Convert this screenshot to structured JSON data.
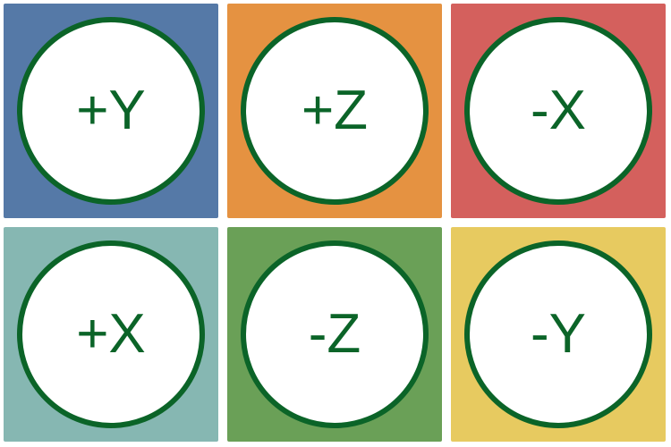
{
  "tiles": [
    {
      "label": "+Y",
      "color": "#5579a7"
    },
    {
      "label": "+Z",
      "color": "#e59241"
    },
    {
      "label": "-X",
      "color": "#d4605d"
    },
    {
      "label": "+X",
      "color": "#86b7b2"
    },
    {
      "label": "-Z",
      "color": "#6aa057"
    },
    {
      "label": "-Y",
      "color": "#e7ca60"
    }
  ],
  "ring_color": "#0b6428",
  "text_color": "#0b6428"
}
